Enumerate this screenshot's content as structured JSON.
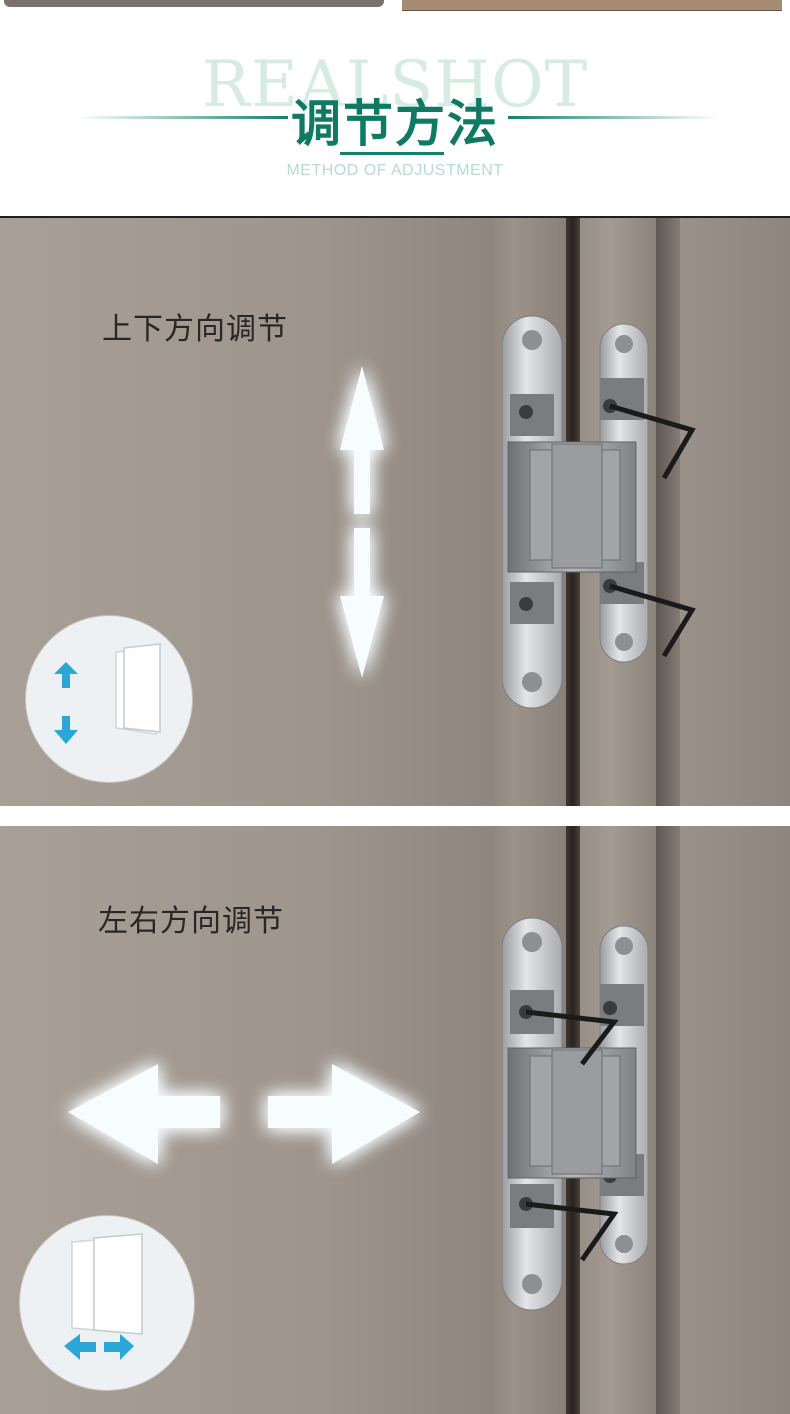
{
  "header": {
    "bg_word": "REALSHOT",
    "title": "调节方法",
    "subtitle": "METHOD OF ADJUSTMENT"
  },
  "panels": [
    {
      "label": "上下方向调节",
      "direction": "vertical",
      "icon": "up-down-arrows-icon"
    },
    {
      "label": "左右方向调节",
      "direction": "horizontal",
      "icon": "left-right-arrows-icon"
    }
  ],
  "colors": {
    "accent": "#0e7a64",
    "arrow_glow": "#bff0f5",
    "badge_arrow": "#2aa7d6",
    "wall": "#9e958d",
    "hinge_steel": "#c6c8ca"
  }
}
